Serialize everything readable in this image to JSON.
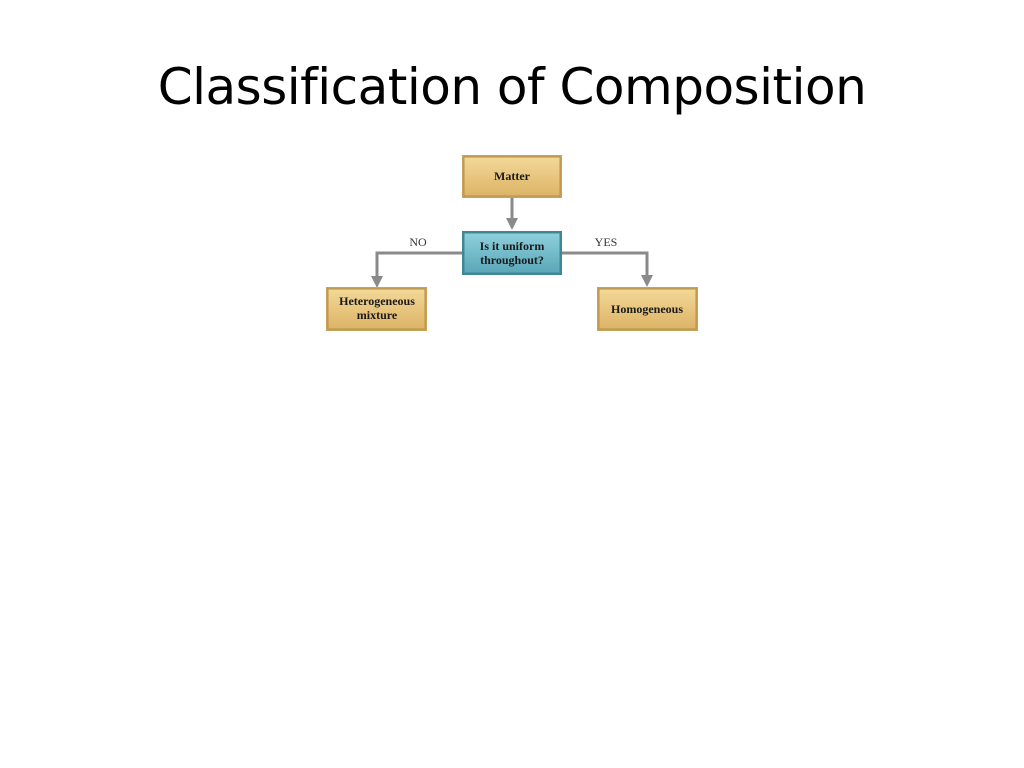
{
  "slide": {
    "title": "Classification of Composition"
  },
  "diagram": {
    "nodes": {
      "matter": {
        "lines": [
          "Matter"
        ]
      },
      "question": {
        "lines": [
          "Is it uniform",
          "throughout?"
        ]
      },
      "heterogeneous": {
        "lines": [
          "Heterogeneous",
          "mixture"
        ]
      },
      "homogeneous": {
        "lines": [
          "Homogeneous"
        ]
      }
    },
    "branches": {
      "no": "NO",
      "yes": "YES"
    },
    "colors": {
      "tan_box": "#e8c57a",
      "tan_border": "#b8924a",
      "teal_box": "#6cb8c8",
      "teal_border": "#3f8796",
      "connector": "#8a8a8a"
    }
  }
}
